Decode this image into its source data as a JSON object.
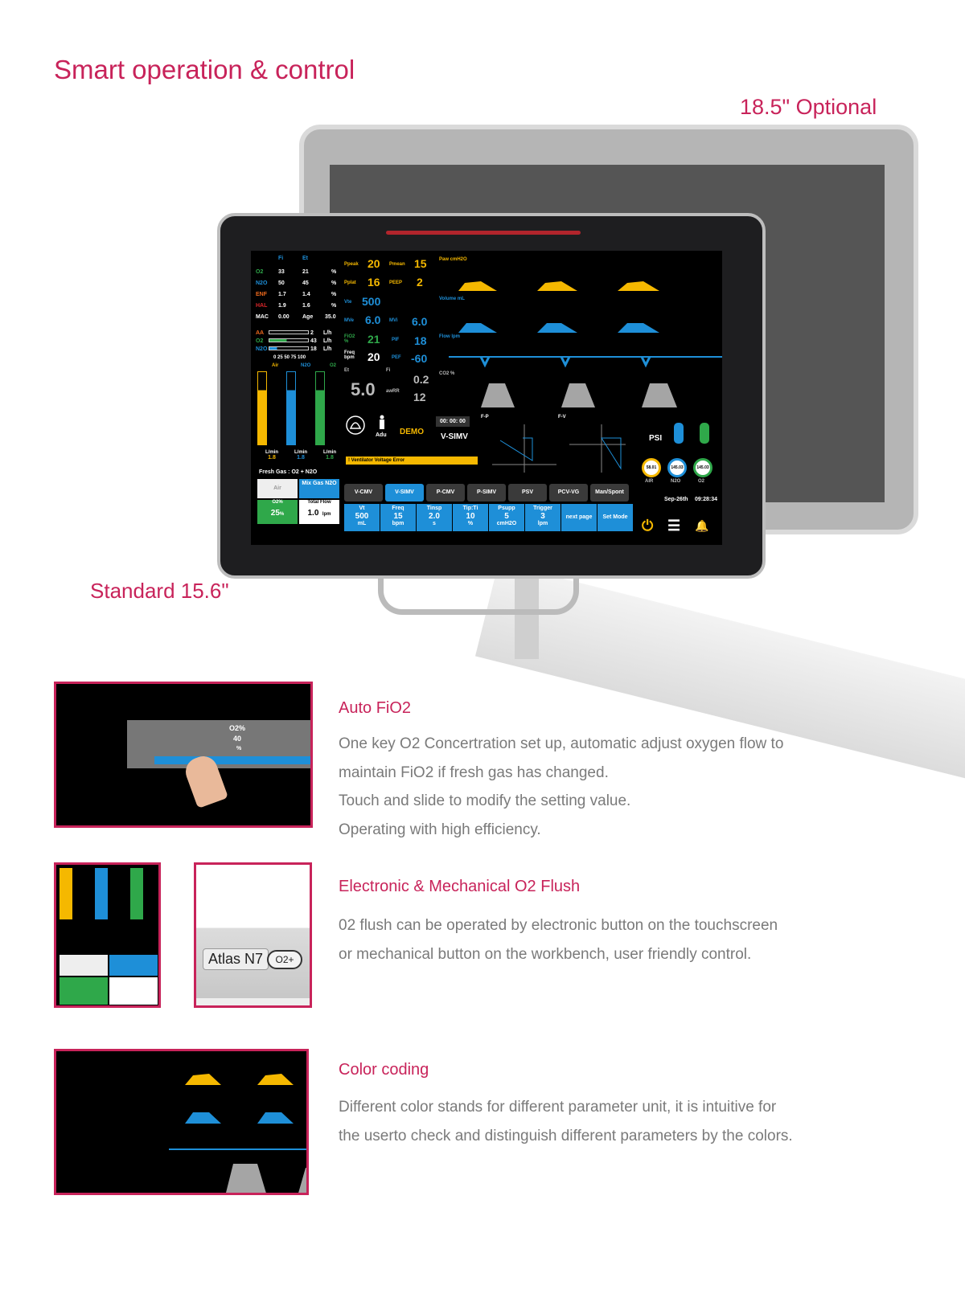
{
  "page": {
    "title": "Smart operation & control",
    "optional_label": "18.5\" Optional",
    "standard_label": "Standard 15.6\""
  },
  "colors": {
    "accent": "#c8235a",
    "yellow": "#f5b800",
    "blue": "#1e8fd8",
    "green": "#2fa84a"
  },
  "screen": {
    "gas_table": {
      "headers": [
        "Fi",
        "Et"
      ],
      "rows": [
        {
          "name": "O2",
          "fi": "33",
          "et": "21",
          "unit": "%"
        },
        {
          "name": "N2O",
          "fi": "50",
          "et": "45",
          "unit": "%"
        },
        {
          "name": "ENF",
          "fi": "1.7",
          "et": "1.4",
          "unit": "%"
        },
        {
          "name": "HAL",
          "fi": "1.9",
          "et": "1.6",
          "unit": "%"
        }
      ],
      "mac_label": "MAC",
      "mac": "0.00",
      "age_label": "Age",
      "age": "35.0"
    },
    "flows": [
      {
        "name": "AA",
        "value": "2",
        "unit": "L/h"
      },
      {
        "name": "O2",
        "value": "43",
        "unit": "L/h"
      },
      {
        "name": "N2O",
        "value": "18",
        "unit": "L/h"
      }
    ],
    "flow_scale": "0   25   50   75   100",
    "flowmeters": [
      {
        "name": "Air",
        "lmin": "L/min",
        "value": "1.8"
      },
      {
        "name": "N2O",
        "lmin": "L/min",
        "value": "1.8"
      },
      {
        "name": "O2",
        "lmin": "L/min",
        "value": "1.8"
      }
    ],
    "fresh_gas": "Fresh Gas : O2 + N2O",
    "air_btn": "Air",
    "mix_btn": "Mix Gas N2O",
    "o2_label": "O2%",
    "o2_value": "25",
    "o2_unit": "%",
    "total_flow_label": "Total Flow",
    "total_flow": "1.0",
    "total_flow_unit": "lpm",
    "ppeak_label": "Ppeak",
    "ppeak": "20",
    "pmean_label": "Pmean",
    "pmean": "15",
    "pplat_label": "Pplat",
    "pplat": "16",
    "peep_label": "PEEP",
    "peep": "2",
    "vte_label": "Vte",
    "vte": "500",
    "mve_label": "MVe",
    "mve": "6.0",
    "mvi_label": "MVi",
    "mvi": "6.0",
    "fio2_label": "FiO2 %",
    "fio2": "21",
    "pif_label": "PIF",
    "pif": "18",
    "freq_label": "Freq bpm",
    "freq": "20",
    "pef_label": "PEF",
    "pef": "-60",
    "et_label": "Et",
    "et": "5.0",
    "fi_label": "Fi",
    "fi": "0.2",
    "awrr_label": "awRR",
    "awrr": "12",
    "wave_paw": "Paw    cmH2O",
    "wave_vol": "Volume  mL",
    "wave_flow": "Flow   lpm",
    "wave_co2": "CO2   %",
    "patient": "Adu",
    "demo": "DEMO",
    "timer": "00: 00: 00",
    "current_mode": "V-SIMV",
    "alarm": "! Ventilator Voltage Error",
    "loop_fp": "F-P",
    "loop_fv": "F-V",
    "psi": "PSI",
    "gauges": [
      "58.01",
      "145.03",
      "145.03"
    ],
    "gauge_labels": [
      "AIR",
      "N2O",
      "O2"
    ],
    "date": "Sep-26th",
    "time": "09:28:34",
    "modes": [
      "V-CMV",
      "V-SIMV",
      "P-CMV",
      "P-SIMV",
      "PSV",
      "PCV-VG",
      "Man/Spont"
    ],
    "params": [
      {
        "label": "Vt",
        "value": "500",
        "unit": "mL"
      },
      {
        "label": "Freq",
        "value": "15",
        "unit": "bpm"
      },
      {
        "label": "Tinsp",
        "value": "2.0",
        "unit": "s"
      },
      {
        "label": "Tip:Ti",
        "value": "10",
        "unit": "%"
      },
      {
        "label": "Psupp",
        "value": "5",
        "unit": "cmH2O"
      },
      {
        "label": "Trigger",
        "value": "3",
        "unit": "lpm"
      }
    ],
    "next_page": "next page",
    "set_mode": "Set Mode"
  },
  "features": [
    {
      "title": "Auto FiO2",
      "lines": [
        "One key O2 Concertration set up, automatic adjust oxygen flow to",
        "maintain FiO2 if fresh gas has changed.",
        "Touch and slide to modify the setting value.",
        "Operating with high efficiency."
      ],
      "thumb": {
        "o2_label": "O2%",
        "o2_value": "40",
        "o2_unit": "%"
      }
    },
    {
      "title": "Electronic & Mechanical O2 Flush",
      "lines": [
        "02 flush can be operated by electronic button on the touchscreen",
        "or mechanical button on the workbench, user friendly control."
      ],
      "thumb": {
        "brand": "Atlas N7",
        "flush_btn": "O2+"
      }
    },
    {
      "title": "Color coding",
      "lines": [
        "Different color stands for different parameter unit, it is intuitive for",
        "the userto check and distinguish different parameters by the colors."
      ]
    }
  ]
}
